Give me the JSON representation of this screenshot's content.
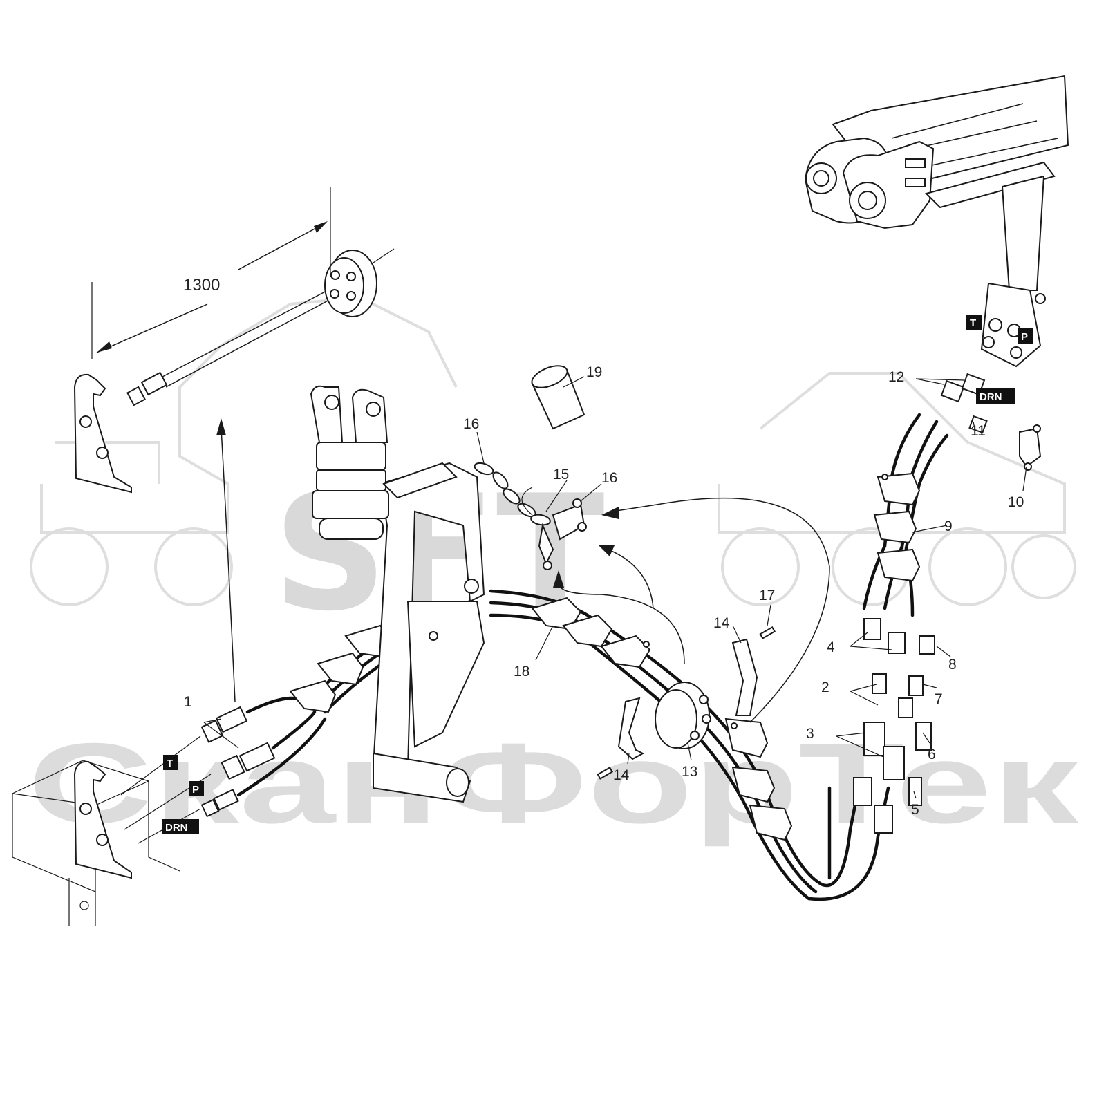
{
  "watermark": {
    "logo": "SFT",
    "brand": "СканФорТек"
  },
  "dimension": {
    "label": "1300"
  },
  "badges": {
    "t_left": "T",
    "p_left": "P",
    "drn_left": "DRN",
    "t_right": "T",
    "p_right": "P",
    "drn_right": "DRN"
  },
  "callouts": {
    "c1": "1",
    "c2": "2",
    "c3": "3",
    "c4": "4",
    "c5": "5",
    "c6": "6",
    "c7": "7",
    "c8": "8",
    "c9": "9",
    "c10": "10",
    "c11": "11",
    "c12": "12",
    "c13": "13",
    "c14a": "14",
    "c14b": "14",
    "c15": "15",
    "c16a": "16",
    "c16b": "16",
    "c17": "17",
    "c18": "18",
    "c19": "19"
  }
}
